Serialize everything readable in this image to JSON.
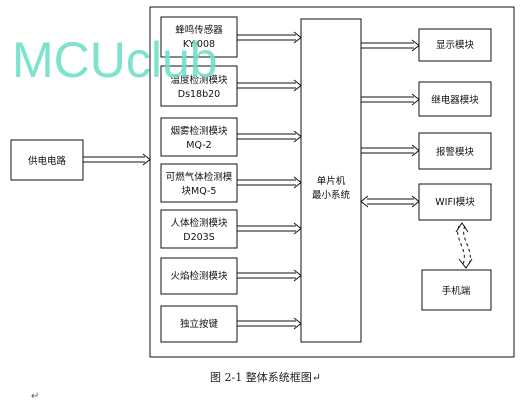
{
  "watermark": "MCUclub",
  "power": [
    "供电电路"
  ],
  "sensors": [
    [
      "蜂鸣传感器",
      "KY-008"
    ],
    [
      "温度检测模块",
      "Ds18b20"
    ],
    [
      "烟雾检测模块",
      "MQ-2"
    ],
    [
      "可燃气体检测模",
      "块MQ-5"
    ],
    [
      "人体检测模块",
      "D203S"
    ],
    [
      "火焰检测模块"
    ],
    [
      "独立按键"
    ]
  ],
  "mcu": [
    "单片机",
    "最小系统"
  ],
  "outputs": [
    [
      "显示模块"
    ],
    [
      "继电器模块"
    ],
    [
      "报警模块"
    ],
    [
      "WIFI模块"
    ]
  ],
  "phone": [
    "手机端"
  ],
  "caption": "图 2-1 整体系统框图↵",
  "para_mark": "↵"
}
